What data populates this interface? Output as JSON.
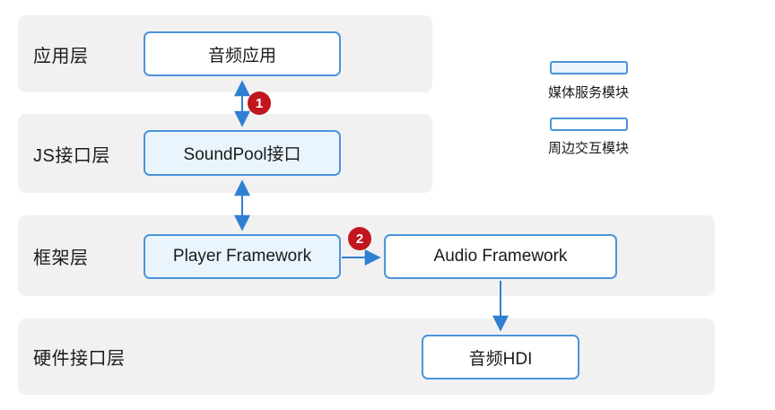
{
  "diagram": {
    "layers": [
      {
        "label": "应用层"
      },
      {
        "label": "JS接口层"
      },
      {
        "label": "框架层"
      },
      {
        "label": "硬件接口层"
      }
    ],
    "nodes": {
      "audio_app": {
        "label": "音频应用",
        "module_type": "周边交互模块"
      },
      "soundpool_api": {
        "label": "SoundPool接口",
        "module_type": "媒体服务模块"
      },
      "player_framework": {
        "label": "Player Framework",
        "module_type": "媒体服务模块"
      },
      "audio_framework": {
        "label": "Audio Framework",
        "module_type": "周边交互模块"
      },
      "audio_hdi": {
        "label": "音频HDI",
        "module_type": "周边交互模块"
      }
    },
    "step_badges": {
      "step1": "1",
      "step2": "2"
    },
    "connections": [
      {
        "from": "音频应用",
        "to": "SoundPool接口",
        "direction": "bidirectional",
        "badge": "1"
      },
      {
        "from": "SoundPool接口",
        "to": "Player Framework",
        "direction": "bidirectional"
      },
      {
        "from": "Player Framework",
        "to": "Audio Framework",
        "direction": "right",
        "badge": "2"
      },
      {
        "from": "Audio Framework",
        "to": "音频HDI",
        "direction": "down"
      }
    ],
    "legend": {
      "media_service": {
        "label": "媒体服务模块",
        "fill": "#e9f4fc"
      },
      "peripheral": {
        "label": "周边交互模块",
        "fill": "#ffffff"
      }
    },
    "colors": {
      "box_border": "#4a94da",
      "arrow": "#2f80d2",
      "media_fill": "#e9f4fc",
      "peripheral_fill": "#ffffff",
      "layer_band": "#f1f1f1",
      "badge_red": "#c1161d",
      "text": "#1a1a1a"
    }
  }
}
